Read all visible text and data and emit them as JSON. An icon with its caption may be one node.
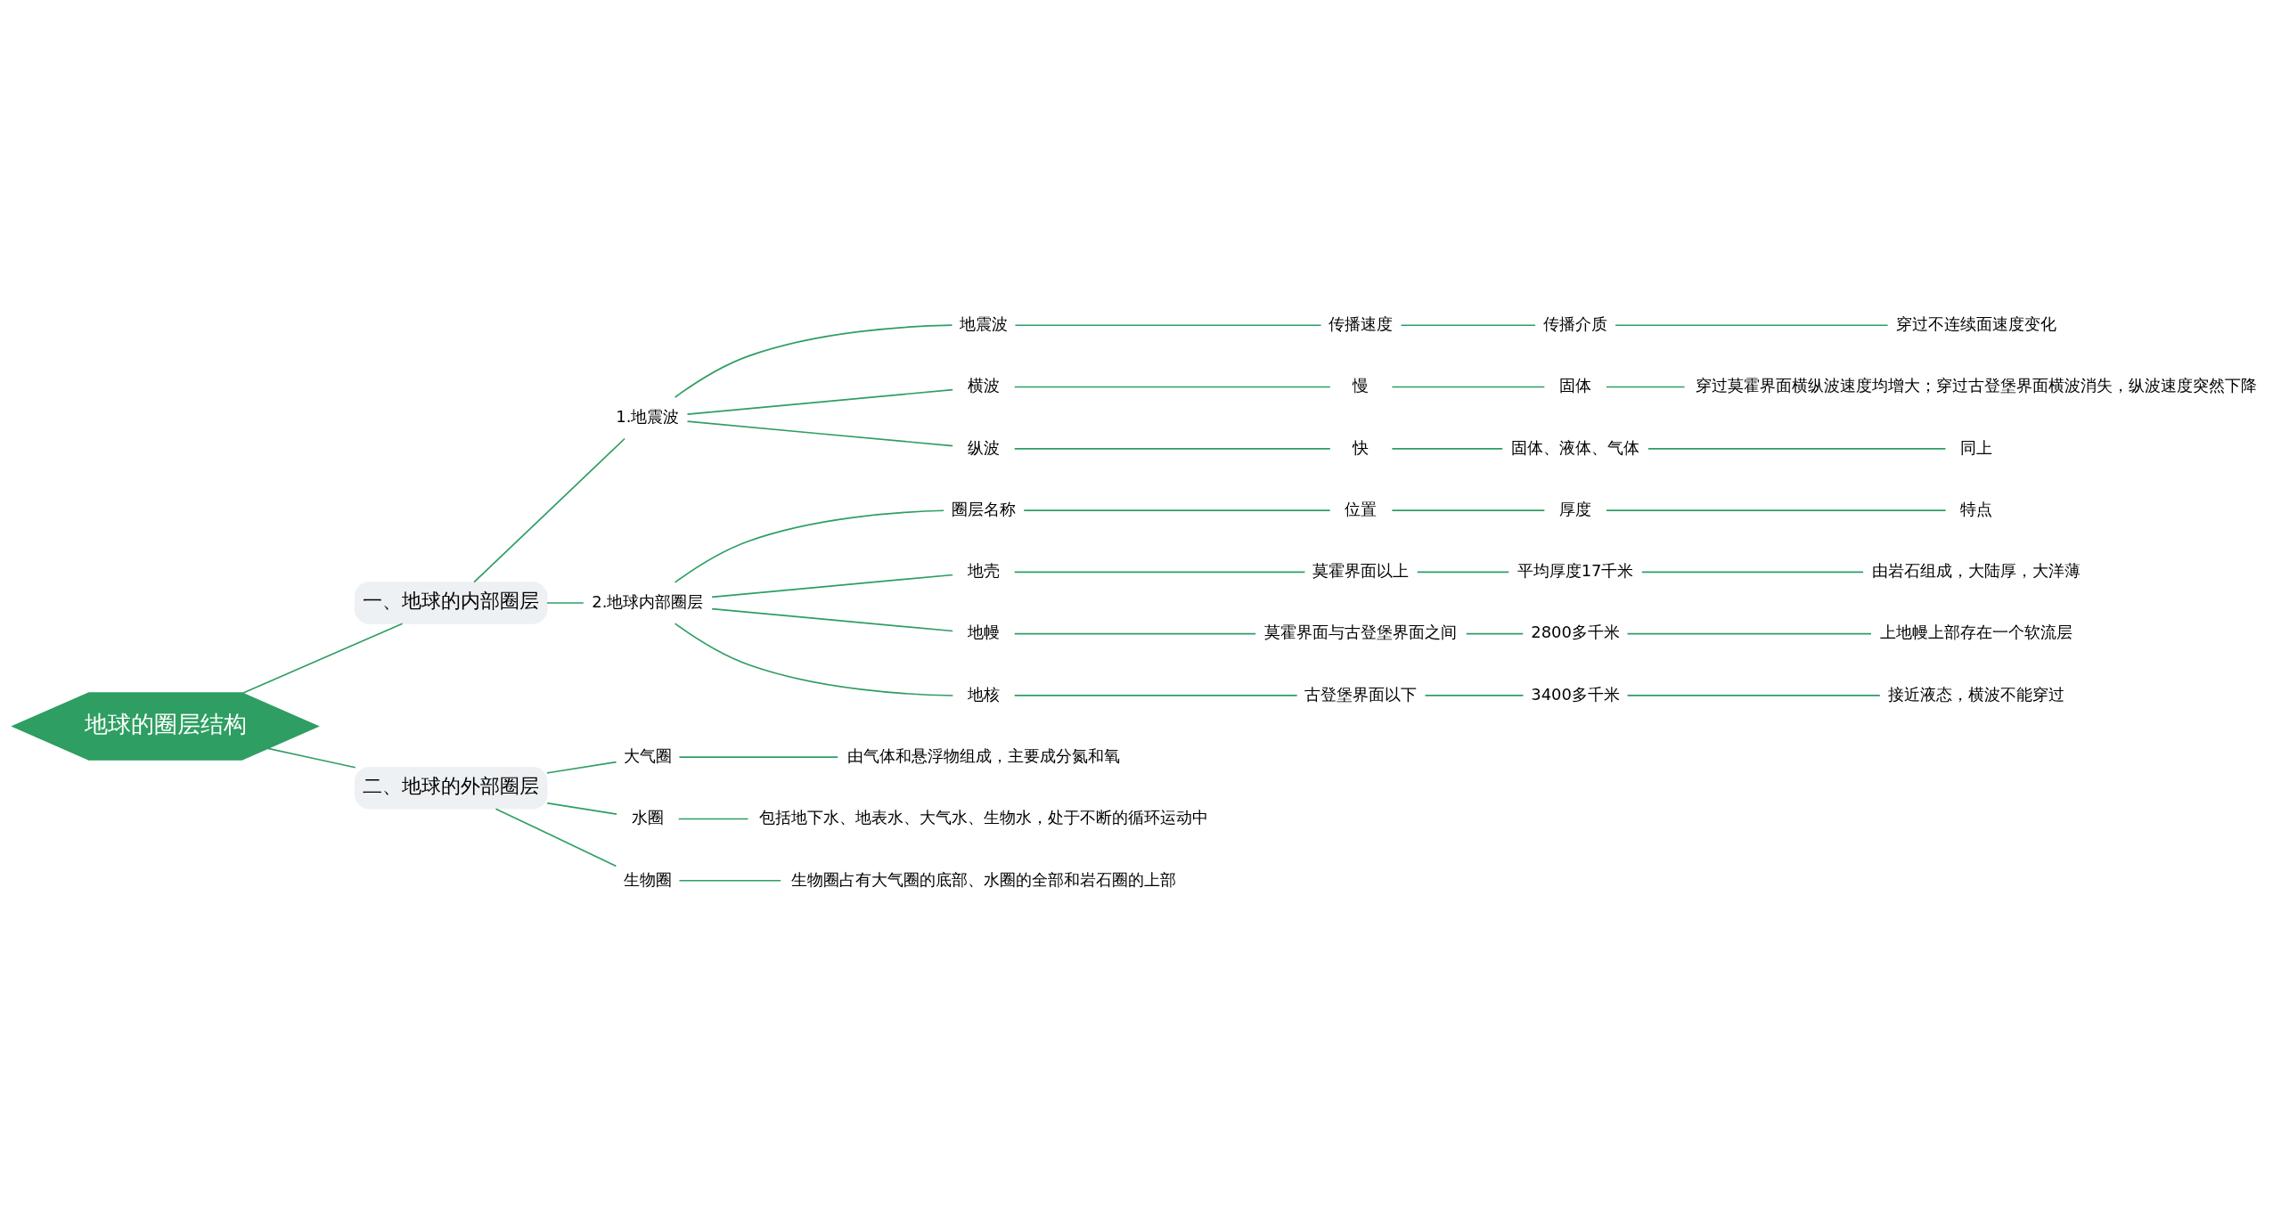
{
  "diagram": {
    "nodes": [
      {
        "text": [
          "地球的圈层结构"
        ]
      },
      {
        "text": [
          "一、地球的内部圈层"
        ]
      },
      {
        "text": [
          "1.地震波"
        ]
      },
      {
        "text": [
          "地震波"
        ]
      },
      {
        "text": [
          "传播速度"
        ]
      },
      {
        "text": [
          "传播介质"
        ]
      },
      {
        "text": [
          "穿过不连续面速度变化"
        ]
      },
      {
        "text": [
          "横波"
        ]
      },
      {
        "text": [
          "慢"
        ]
      },
      {
        "text": [
          "固体"
        ]
      },
      {
        "text": [
          "穿过莫霍界面横纵波速度均增大；穿过古登堡界面横波消失，纵波速度突然下降"
        ]
      },
      {
        "text": [
          "纵波"
        ]
      },
      {
        "text": [
          "快"
        ]
      },
      {
        "text": [
          "固体、液体、气体"
        ]
      },
      {
        "text": [
          "同上"
        ]
      },
      {
        "text": [
          "2.地球内部圈层"
        ]
      },
      {
        "text": [
          "圈层名称"
        ]
      },
      {
        "text": [
          "位置"
        ]
      },
      {
        "text": [
          "厚度"
        ]
      },
      {
        "text": [
          "特点"
        ]
      },
      {
        "text": [
          "地壳"
        ]
      },
      {
        "text": [
          "莫霍界面以上"
        ]
      },
      {
        "text": [
          "平均厚度17千米"
        ]
      },
      {
        "text": [
          "由岩石组成，大陆厚，大洋薄"
        ]
      },
      {
        "text": [
          "地幔"
        ]
      },
      {
        "text": [
          "莫霍界面与古登堡界面之间"
        ]
      },
      {
        "text": [
          "2800多千米"
        ]
      },
      {
        "text": [
          "上地幔上部存在一个软流层"
        ]
      },
      {
        "text": [
          "地核"
        ]
      },
      {
        "text": [
          "古登堡界面以下"
        ]
      },
      {
        "text": [
          "3400多千米"
        ]
      },
      {
        "text": [
          "接近液态，横波不能穿过"
        ]
      },
      {
        "text": [
          "二、地球的外部圈层"
        ]
      },
      {
        "text": [
          "大气圈"
        ]
      },
      {
        "text": [
          "由气体和悬浮物组成，主要成分氮和氧"
        ]
      },
      {
        "text": [
          "水圈"
        ]
      },
      {
        "text": [
          "包括地下水、地表水、大气水、生物水，处于不断的循环运动中"
        ]
      },
      {
        "text": [
          "生物圈"
        ]
      },
      {
        "text": [
          "生物圈占有大气圈的底部、水圈的全部和岩石圈的上部"
        ]
      }
    ],
    "edges": [
      {
        "from": 0,
        "to": 1,
        "arrow": "none"
      },
      {
        "from": 1,
        "to": 2,
        "arrow": "none"
      },
      {
        "from": 2,
        "to": 3,
        "arrow": "none"
      },
      {
        "from": 3,
        "to": 4,
        "arrow": "none"
      },
      {
        "from": 4,
        "to": 5,
        "arrow": "none"
      },
      {
        "from": 5,
        "to": 6,
        "arrow": "none"
      },
      {
        "from": 2,
        "to": 7,
        "arrow": "none"
      },
      {
        "from": 7,
        "to": 8,
        "arrow": "none"
      },
      {
        "from": 8,
        "to": 9,
        "arrow": "none"
      },
      {
        "from": 9,
        "to": 10,
        "arrow": "none"
      },
      {
        "from": 2,
        "to": 11,
        "arrow": "none"
      },
      {
        "from": 11,
        "to": 12,
        "arrow": "none"
      },
      {
        "from": 12,
        "to": 13,
        "arrow": "none"
      },
      {
        "from": 13,
        "to": 14,
        "arrow": "none"
      },
      {
        "from": 1,
        "to": 15,
        "arrow": "none"
      },
      {
        "from": 15,
        "to": 16,
        "arrow": "none"
      },
      {
        "from": 16,
        "to": 17,
        "arrow": "none"
      },
      {
        "from": 17,
        "to": 18,
        "arrow": "none"
      },
      {
        "from": 18,
        "to": 19,
        "arrow": "none"
      },
      {
        "from": 15,
        "to": 20,
        "arrow": "none"
      },
      {
        "from": 20,
        "to": 21,
        "arrow": "none"
      },
      {
        "from": 21,
        "to": 22,
        "arrow": "none"
      },
      {
        "from": 22,
        "to": 23,
        "arrow": "none"
      },
      {
        "from": 15,
        "to": 24,
        "arrow": "none"
      },
      {
        "from": 24,
        "to": 25,
        "arrow": "none"
      },
      {
        "from": 25,
        "to": 26,
        "arrow": "none"
      },
      {
        "from": 26,
        "to": 27,
        "arrow": "none"
      },
      {
        "from": 15,
        "to": 28,
        "arrow": "none"
      },
      {
        "from": 28,
        "to": 29,
        "arrow": "none"
      },
      {
        "from": 29,
        "to": 30,
        "arrow": "none"
      },
      {
        "from": 30,
        "to": 31,
        "arrow": "none"
      },
      {
        "from": 0,
        "to": 32,
        "arrow": "none"
      },
      {
        "from": 32,
        "to": 33,
        "arrow": "none"
      },
      {
        "from": 33,
        "to": 34,
        "arrow": "none"
      },
      {
        "from": 32,
        "to": 35,
        "arrow": "none"
      },
      {
        "from": 35,
        "to": 36,
        "arrow": "none"
      },
      {
        "from": 32,
        "to": 37,
        "arrow": "none"
      },
      {
        "from": 37,
        "to": 38,
        "arrow": "none"
      }
    ]
  }
}
